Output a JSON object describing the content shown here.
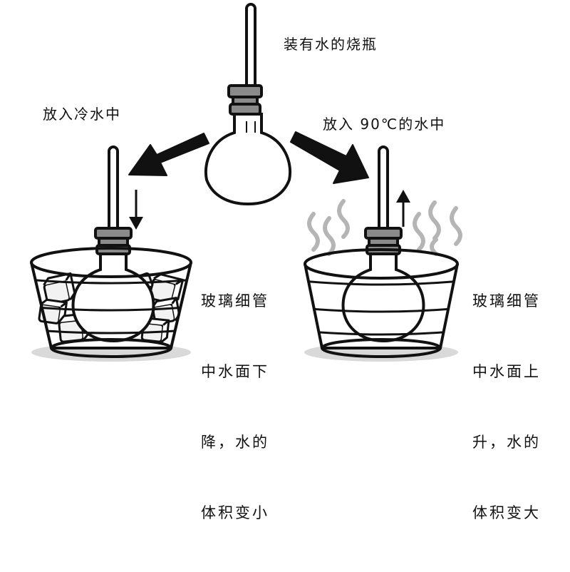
{
  "labels": {
    "top_flask": "装有水的烧瓶",
    "left_action": "放入冷水中",
    "right_action": "放入 90℃的水中"
  },
  "descriptions": {
    "left": [
      "玻璃细管",
      "中水面下",
      "降，水的",
      "体积变小"
    ],
    "right": [
      "玻璃细管",
      "中水面上",
      "升，水的",
      "体积变大"
    ]
  },
  "colors": {
    "stroke": "#111111",
    "stopper": "#8a8a8a",
    "steam": "#b5b5b5",
    "shadow": "#d9d9d9",
    "ice": "#f2f2f2"
  },
  "icons": {
    "down_arrow": "down-arrow-icon",
    "up_arrow": "up-arrow-icon"
  }
}
